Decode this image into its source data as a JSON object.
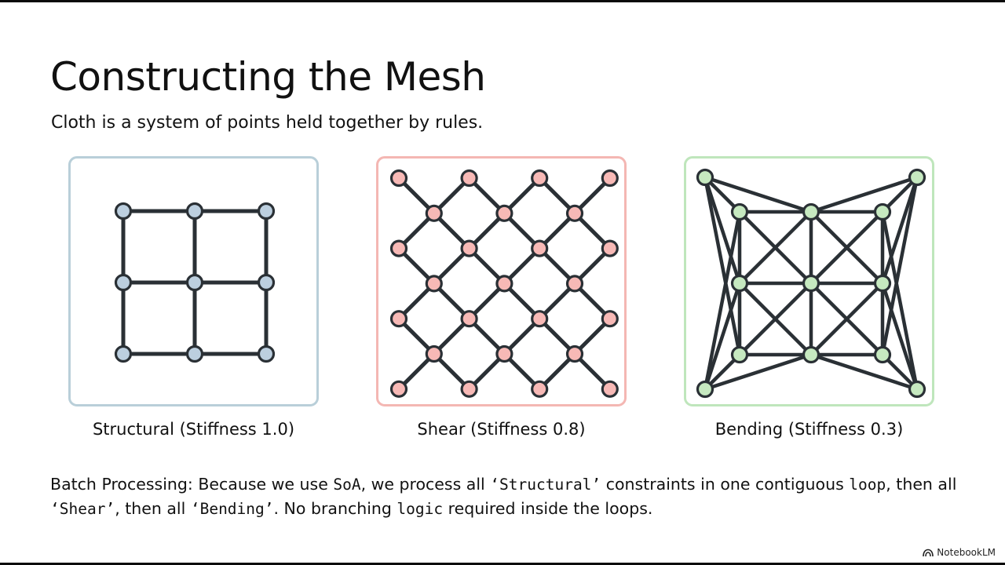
{
  "slide": {
    "title": "Constructing the Mesh",
    "subtitle": "Cloth is a system of points held together by rules."
  },
  "panels": [
    {
      "id": "structural",
      "caption": "Structural (Stiffness 1.0)",
      "border_color": "#b9cfd9",
      "node_color": "#bccfdf"
    },
    {
      "id": "shear",
      "caption": "Shear (Stiffness 0.8)",
      "border_color": "#f4b7b3",
      "node_color": "#f7b9b6"
    },
    {
      "id": "bending",
      "caption": "Bending (Stiffness 0.3)",
      "border_color": "#bfe6bc",
      "node_color": "#c6e9c0"
    }
  ],
  "diagram_style": {
    "line_color": "#2a3035",
    "node_outline_color": "#2a3035"
  },
  "note": {
    "p1": "Batch Processing: Because we use ",
    "c1": "SoA",
    "p2": ", we process all ",
    "c2": "‘Structural’",
    "p3": " constraints in one contiguous ",
    "c3": "loop",
    "p4": ", then all ",
    "c4": "‘Shear’",
    "p5": ", then all ",
    "c5": "‘Bending’",
    "p6": ". No branching ",
    "c6": "logic",
    "p7": " required inside the loops."
  },
  "branding": {
    "icon": "notebooklm-logo-icon",
    "label": "NotebookLM"
  }
}
